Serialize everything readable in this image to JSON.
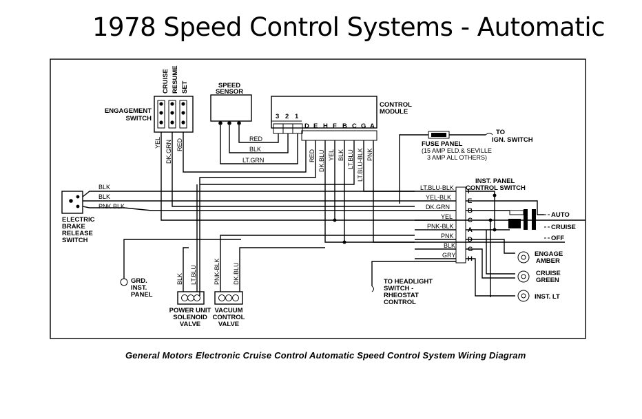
{
  "title": "1978 Speed Control Systems - Automatic",
  "caption": "General Motors   Electronic Cruise Control Automatic Speed Control System Wiring Diagram",
  "components": {
    "engagement_switch": {
      "label1": "ENGAGEMENT",
      "label2": "SWITCH",
      "buttons": [
        "CRUISE",
        "RESUME",
        "SET"
      ]
    },
    "speed_sensor": {
      "label1": "SPEED",
      "label2": "SENSOR"
    },
    "control_module": {
      "label1": "CONTROL",
      "label2": "MODULE",
      "left_pins": [
        "3",
        "2",
        "1"
      ],
      "right_pins": [
        "D",
        "E",
        "H",
        "F",
        "B",
        "C",
        "G",
        "A"
      ]
    },
    "brake_switch": {
      "lines": [
        "ELECTRIC",
        "BRAKE",
        "RELEASE",
        "SWITCH"
      ]
    },
    "fuse_panel": {
      "lines": [
        "FUSE PANEL",
        "(15 AMP ELD.& SEVILLE",
        "3 AMP ALL OTHERS)"
      ]
    },
    "ign_switch": {
      "lines": [
        "TO",
        "IGN. SWITCH"
      ]
    },
    "panel_switch": {
      "lines": [
        "INST. PANEL",
        "CONTROL SWITCH"
      ],
      "pins": [
        "F",
        "E",
        "B",
        "C",
        "A",
        "D",
        "G",
        "H"
      ],
      "wires": [
        "LT.BLU-BLK",
        "YEL-BLK",
        "DK.GRN",
        "YEL",
        "PNK-BLK",
        "PNK",
        "BLK",
        "GRY"
      ],
      "positions": [
        "AUTO",
        "CRUISE",
        "OFF"
      ]
    },
    "lamps": [
      {
        "l1": "ENGAGE",
        "l2": "AMBER"
      },
      {
        "l1": "CRUISE",
        "l2": "GREEN"
      },
      {
        "l1": "INST. LT",
        "l2": ""
      }
    ],
    "headlight": {
      "lines": [
        "TO HEADLIGHT",
        "SWITCH -",
        "RHEOSTAT",
        "CONTROL"
      ]
    },
    "ground": {
      "lines": [
        "GRD.",
        "INST.",
        "PANEL"
      ]
    },
    "power_unit": {
      "lines": [
        "POWER UNIT",
        "SOLENOID",
        "VALVE"
      ],
      "wires": [
        "BLK",
        "LT.BLU"
      ]
    },
    "vacuum_valve": {
      "lines": [
        "VACUUM",
        "CONTROL",
        "VALVE"
      ],
      "wires": [
        "PNK-BLK",
        "DK.BLU"
      ]
    }
  },
  "wire_labels": {
    "eng_yel": "YEL",
    "eng_dkgrn": "DK.GRN",
    "eng_red": "RED",
    "sensor_red": "RED",
    "sensor_blk": "BLK",
    "sensor_ltgrn": "LT.GRN",
    "mod_red": "RED",
    "mod_dkblu": "DK.BLU",
    "mod_yel": "YEL",
    "mod_blk": "BLK",
    "mod_ltblu": "LT.BLU",
    "mod_ltblublk": "LT.BLU-BLK",
    "mod_pnk": "PNK",
    "brake_blk1": "BLK",
    "brake_blk2": "BLK",
    "brake_pnkblk": "PNK BLK"
  }
}
